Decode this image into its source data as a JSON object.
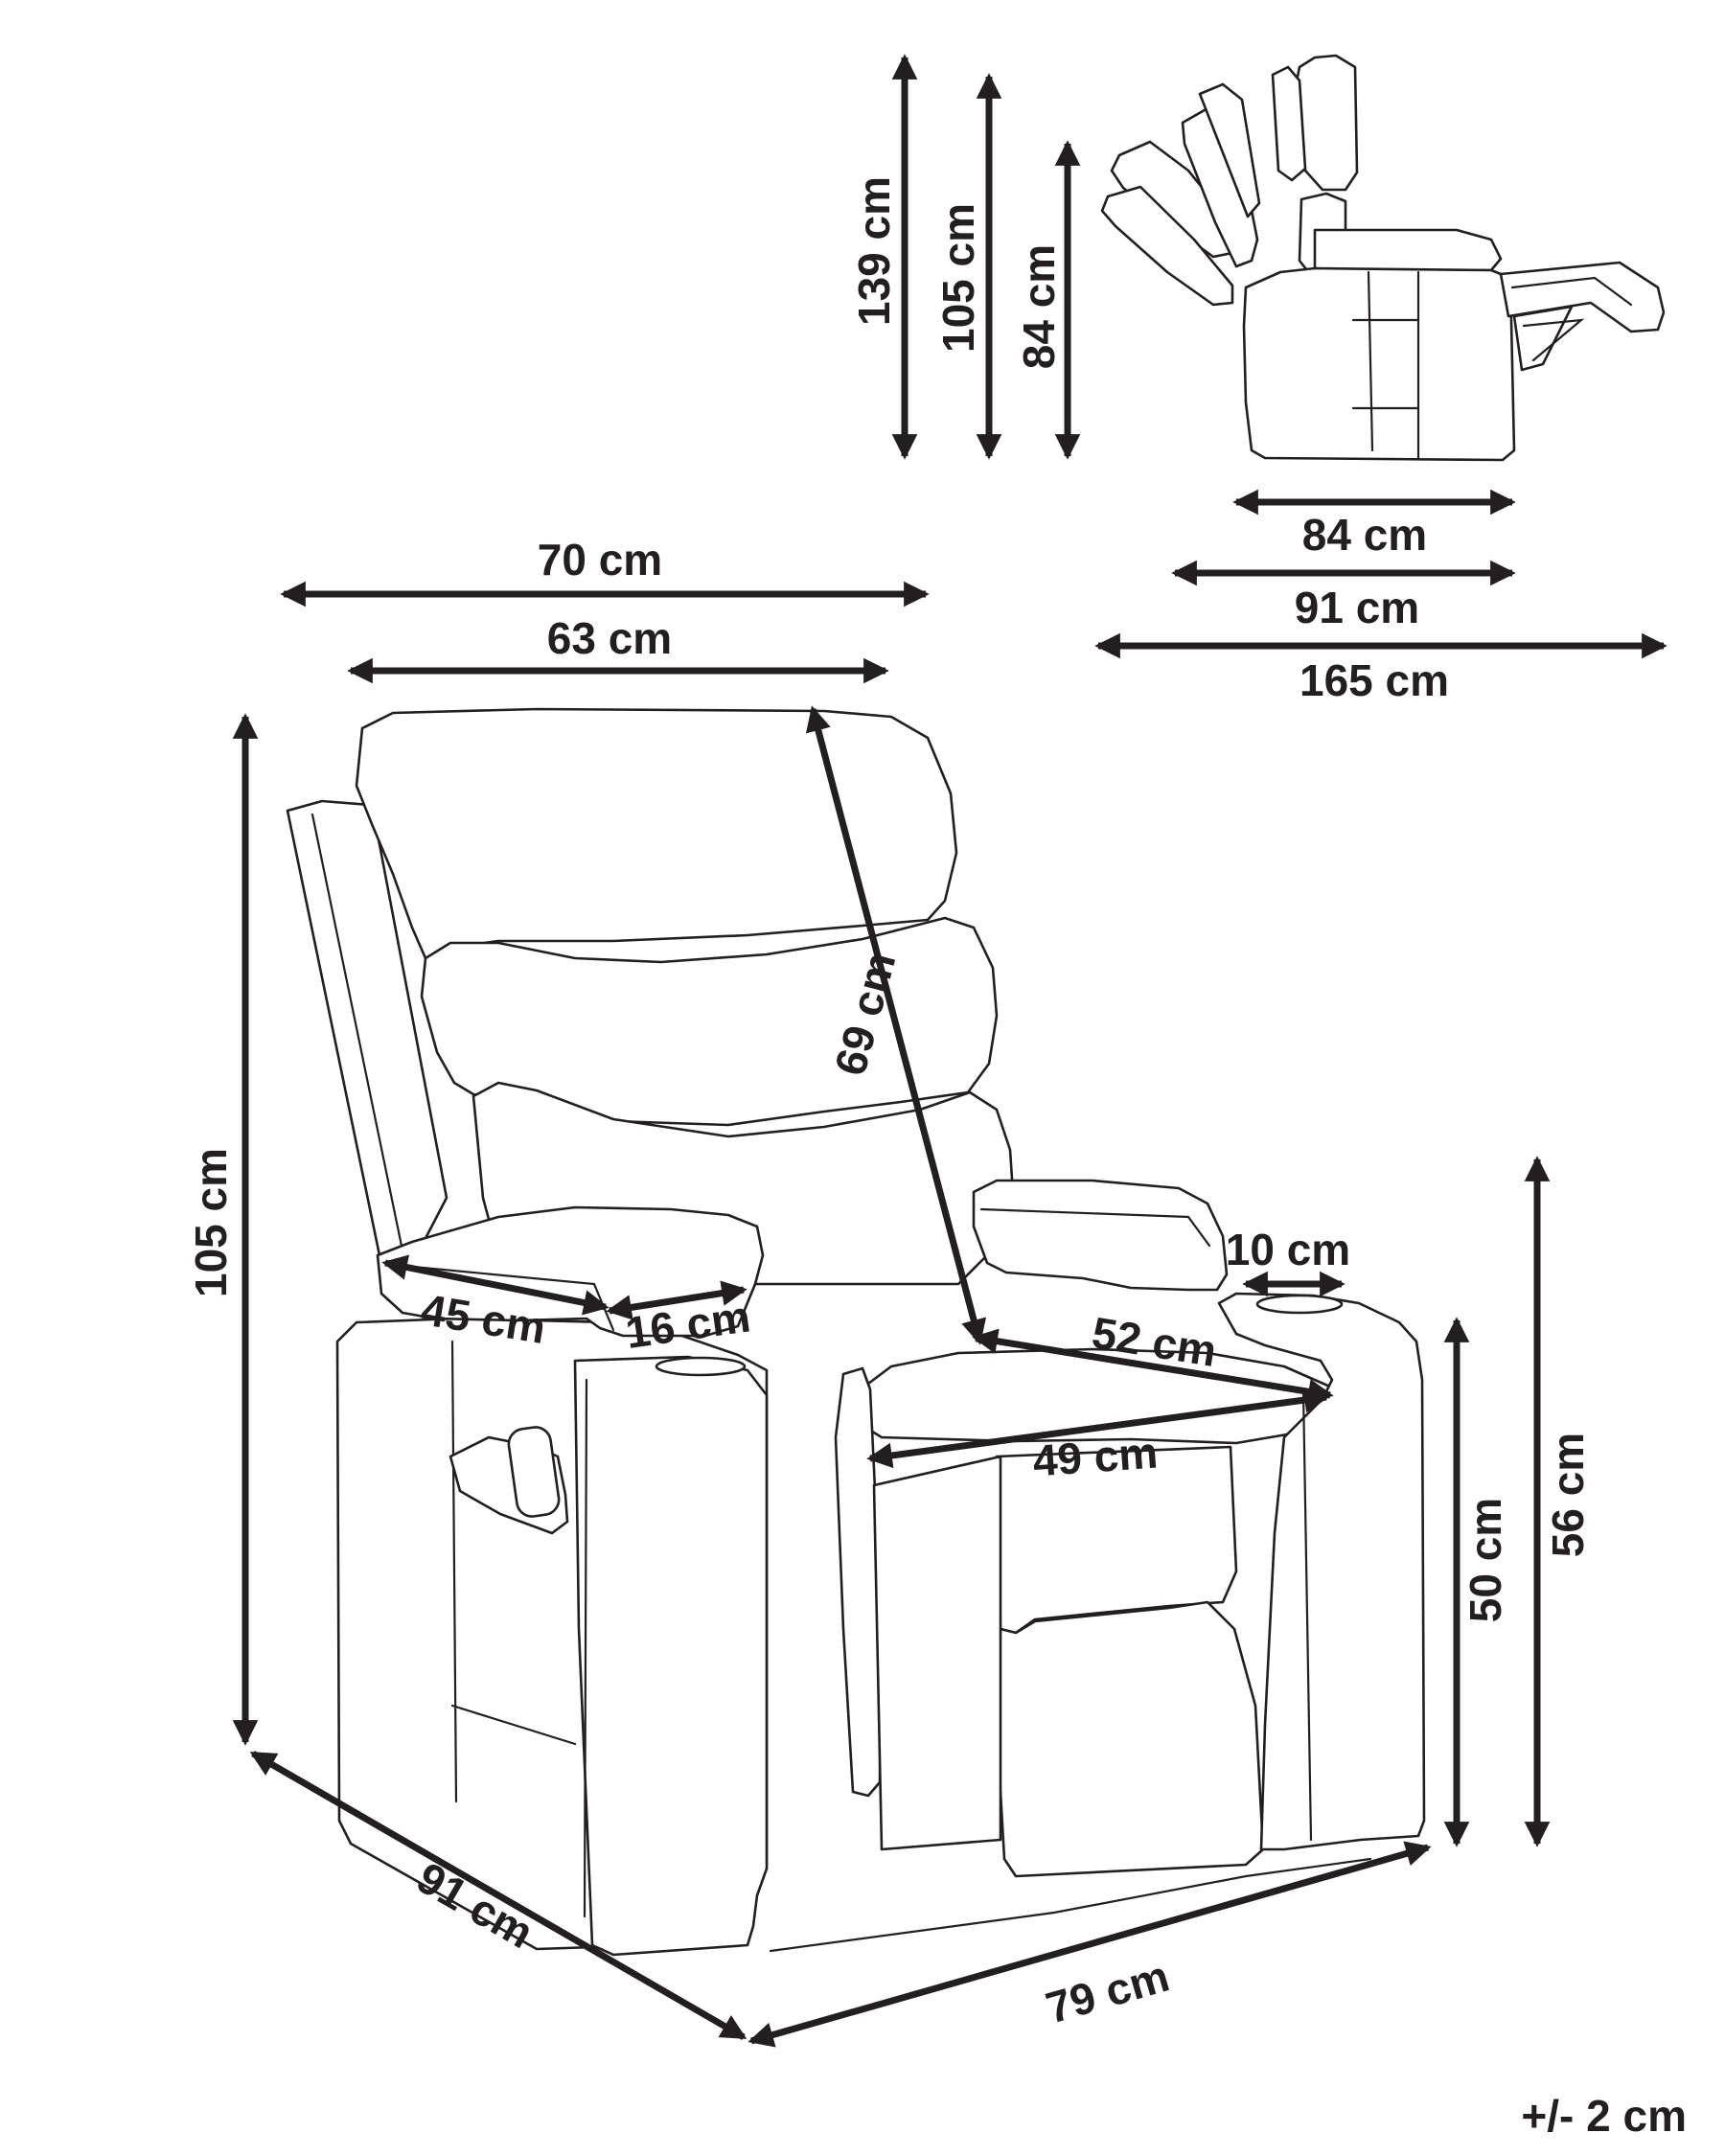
{
  "tolerance": "+/- 2 cm",
  "colors": {
    "ink": "#231f20",
    "background": "#ffffff"
  },
  "dimensions": {
    "recline_height_max": "139 cm",
    "recline_height_mid": "105 cm",
    "recline_height_min": "84 cm",
    "recline_depth_upright": "84 cm",
    "recline_depth_mid": "91 cm",
    "recline_depth_full": "165 cm",
    "total_width": "70 cm",
    "backrest_width": "63 cm",
    "backrest_height": "69 cm",
    "total_height": "105 cm",
    "armrest_length": "45 cm",
    "armrest_width": "16 cm",
    "cup_holder_diameter": "10 cm",
    "seat_depth": "52 cm",
    "seat_width": "49 cm",
    "seat_height": "50 cm",
    "armrest_height": "56 cm",
    "depth": "91 cm",
    "width": "79 cm"
  }
}
